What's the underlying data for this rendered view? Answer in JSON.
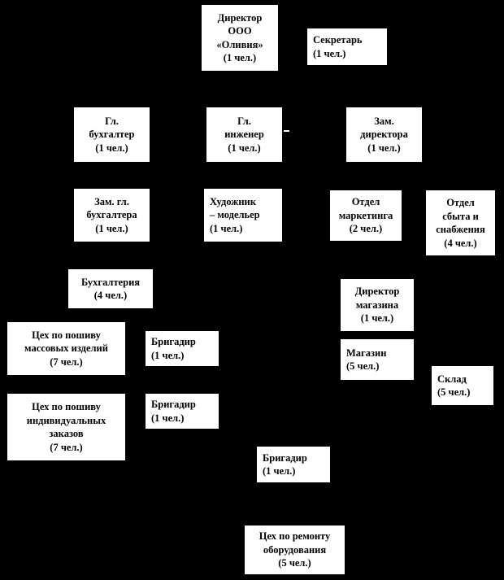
{
  "diagram": {
    "type": "org-chart",
    "colors": {
      "background": "#000000",
      "box_fill": "#ffffff",
      "box_border": "#000000",
      "text": "#000000"
    },
    "nodes": {
      "director": {
        "label": "Директор\nООО\n«Оливия»\n(1 чел.)"
      },
      "secretary": {
        "label": "Секретарь\n(1 чел.)"
      },
      "chief_accountant": {
        "label": "Гл.\nбухгалтер\n(1 чел.)"
      },
      "chief_engineer": {
        "label": "Гл.\nинженер\n(1 чел.)"
      },
      "deputy_director": {
        "label": "Зам.\nдиректора\n(1 чел.)"
      },
      "deputy_chief_accountant": {
        "label": "Зам. гл.\nбухгалтера\n(1 чел.)"
      },
      "artist_designer": {
        "label": "Художник\n– модельер\n(1 чел.)"
      },
      "marketing_dept": {
        "label": "Отдел\nмаркетинга\n(2 чел.)"
      },
      "sales_supply_dept": {
        "label": "Отдел\nсбыта и\nснабжения\n(4 чел.)"
      },
      "accounting": {
        "label": "Бухгалтерия\n(4 чел.)"
      },
      "store_director": {
        "label": "Директор\nмагазина\n(1 чел.)"
      },
      "mass_sewing_shop": {
        "label": "Цех по пошиву\nмассовых изделий\n(7 чел.)"
      },
      "foreman_1": {
        "label": "Бригадир\n(1 чел.)"
      },
      "store": {
        "label": "Магазин\n(5 чел.)"
      },
      "warehouse": {
        "label": "Склад\n(5 чел.)"
      },
      "individual_sewing_shop": {
        "label": "Цех по пошиву\nиндивидуальных\nзаказов\n(7 чел.)"
      },
      "foreman_2": {
        "label": "Бригадир\n(1 чел.)"
      },
      "foreman_3": {
        "label": "Бригадир\n(1 чел.)"
      },
      "repair_shop": {
        "label": "Цех по ремонту\nоборудования\n(5 чел.)"
      }
    }
  }
}
